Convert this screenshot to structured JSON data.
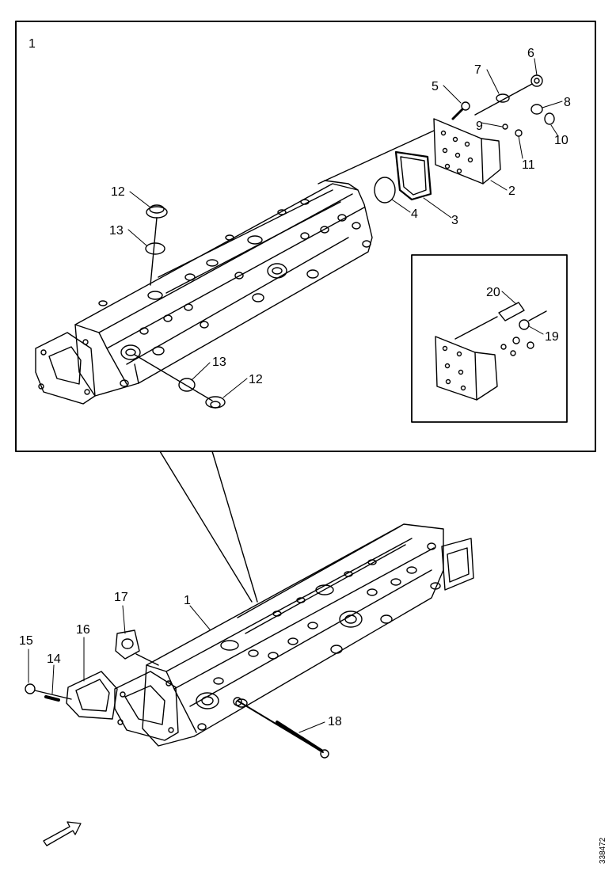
{
  "detail_view_label": "1",
  "callouts": {
    "c1_main": "1",
    "c2": "2",
    "c3": "3",
    "c4": "4",
    "c5": "5",
    "c6": "6",
    "c7": "7",
    "c8": "8",
    "c9": "9",
    "c10": "10",
    "c11": "11",
    "c12a": "12",
    "c12b": "12",
    "c13a": "13",
    "c13b": "13",
    "c14": "14",
    "c15": "15",
    "c16": "16",
    "c17": "17",
    "c18": "18",
    "c19": "19",
    "c20": "20"
  },
  "reference_code": "338472"
}
